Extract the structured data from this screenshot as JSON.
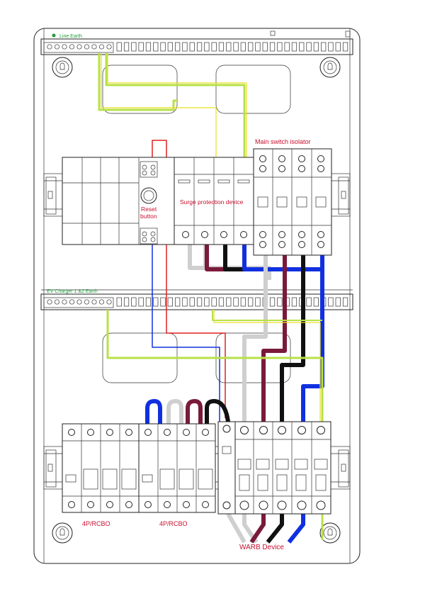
{
  "labels": {
    "line_earth": "Line Earth",
    "main_switch_isolator": "Main switch isolator",
    "surge_protection_device": "Surge protection device",
    "reset_line1": "Reset",
    "reset_line2": "button",
    "ev_charger_earth": "EV Charger 1 &2 Earth",
    "rcbo_left": "4P/RCBO",
    "rcbo_right": "4P/RCBO",
    "warb_device": "WARB Device"
  },
  "colors": {
    "label_red": "#c8102e",
    "label_green": "#1f9e3a",
    "wire_blue": "#1030e0",
    "wire_grey": "#cfcfcf",
    "wire_maroon": "#7a1a3a",
    "wire_black": "#111111",
    "wire_earth_green": "#b8e04a",
    "wire_earth_yellow": "#e8e020",
    "wire_red": "#e02020"
  },
  "icons": [
    "keyhole-mount-icon",
    "terminal-screw-icon",
    "din-rail-icon",
    "reset-button-icon"
  ]
}
